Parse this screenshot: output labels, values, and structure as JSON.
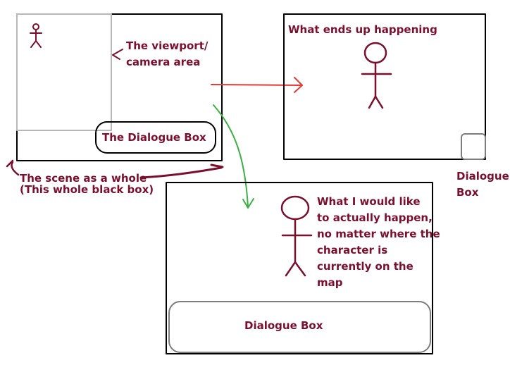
{
  "colors": {
    "maroon": "#7a0f2e",
    "red_arrow": "#e53935",
    "green_arrow": "#3cb043",
    "viewport_gray": "#b8b8b8",
    "box_gray": "#7d7d7d",
    "black": "#000000"
  },
  "scene_panel": {
    "viewport_label": [
      "The viewport/",
      "camera area"
    ],
    "dialogue_box_label": "The Dialogue Box",
    "scene_label": [
      "The scene as a whole",
      "(This whole black box)"
    ]
  },
  "actual_panel": {
    "title": "What ends up happening",
    "dialogue_label": [
      "Dialogue",
      "Box"
    ]
  },
  "desired_panel": {
    "description": [
      "What I would like",
      "to actually happen,",
      "no matter where the",
      "character is",
      "currently on the",
      "map"
    ],
    "dialogue_box_label": "Dialogue Box"
  }
}
